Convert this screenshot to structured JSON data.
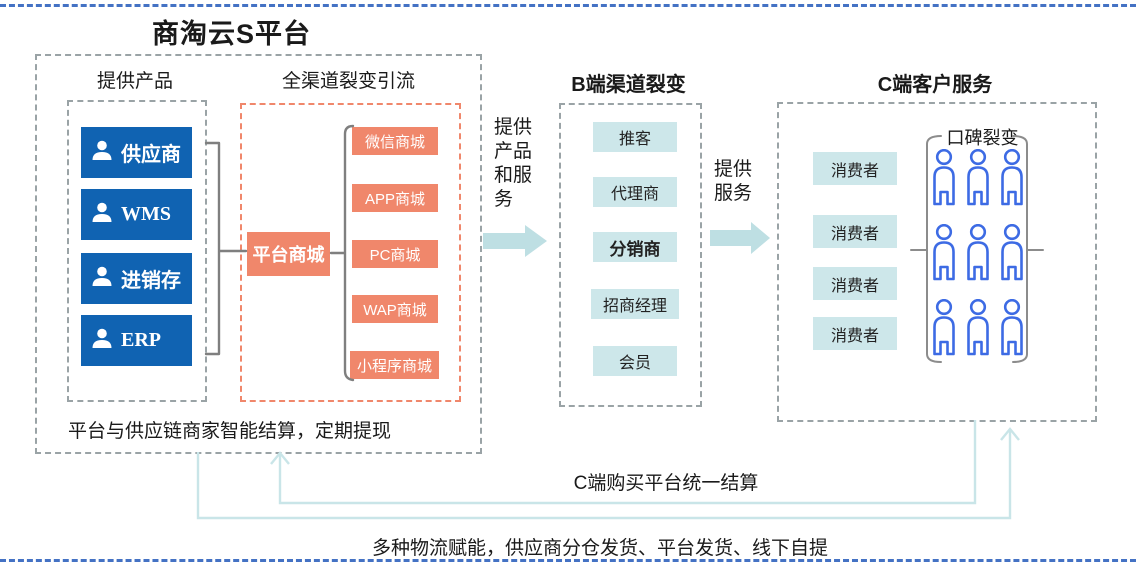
{
  "title": "商淘云S平台",
  "colors": {
    "blue": "#1063b2",
    "orange": "#f0876b",
    "lightcyan": "#cde7ea",
    "arrow": "#bedfe3",
    "loop": "#c9e5e8",
    "person": "#3d6be4",
    "bracket": "#7f7f7f",
    "dash-gray": "#9aa3a6",
    "dash-orange": "#f0876b",
    "dash-blue": "#4472c4"
  },
  "left": {
    "products_header": "提供产品",
    "product_items": [
      "供应商",
      "WMS",
      "进销存",
      "ERP"
    ],
    "channels_header": "全渠道裂变引流",
    "platform_mall": "平台商城",
    "mall_items": [
      "微信商城",
      "APP商城",
      "PC商城",
      "WAP商城",
      "小程序商城"
    ],
    "settlement_note": "平台与供应链商家智能结算，定期提现"
  },
  "arrows": {
    "to_b_label": "提供\n产品\n和服\n务",
    "to_c_label": "提供\n服务"
  },
  "b": {
    "title": "B端渠道裂变",
    "items": [
      "推客",
      "代理商",
      "分销商",
      "招商经理",
      "会员"
    ]
  },
  "c": {
    "title": "C端客户服务",
    "consumer_items": [
      "消费者",
      "消费者",
      "消费者",
      "消费者"
    ],
    "fission_header": "口碑裂变"
  },
  "footer": {
    "settlement_flow": "C端购买平台统一结算",
    "logistics_note": "多种物流赋能，供应商分仓发货、平台发货、线下自提"
  }
}
